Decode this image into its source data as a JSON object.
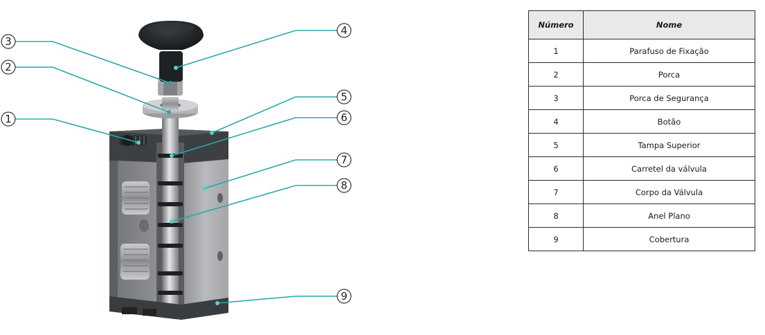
{
  "diagram": {
    "callouts": [
      "1",
      "2",
      "3",
      "4",
      "5",
      "6",
      "7",
      "8",
      "9"
    ]
  },
  "table": {
    "headers": [
      "Número",
      "Nome"
    ],
    "rows": [
      [
        "1",
        "Parafuso de Fixação"
      ],
      [
        "2",
        "Porca"
      ],
      [
        "3",
        "Porca de Segurança"
      ],
      [
        "4",
        "Botão"
      ],
      [
        "5",
        "Tampa Superior"
      ],
      [
        "6",
        "Carretel da válvula"
      ],
      [
        "7",
        "Corpo da Válvula"
      ],
      [
        "8",
        "Anel Plano"
      ],
      [
        "9",
        "Cobertura"
      ]
    ]
  },
  "colors": {
    "leader": "#2aa8a8",
    "body_metal": "#a9abae",
    "knob": "#1f2224"
  }
}
